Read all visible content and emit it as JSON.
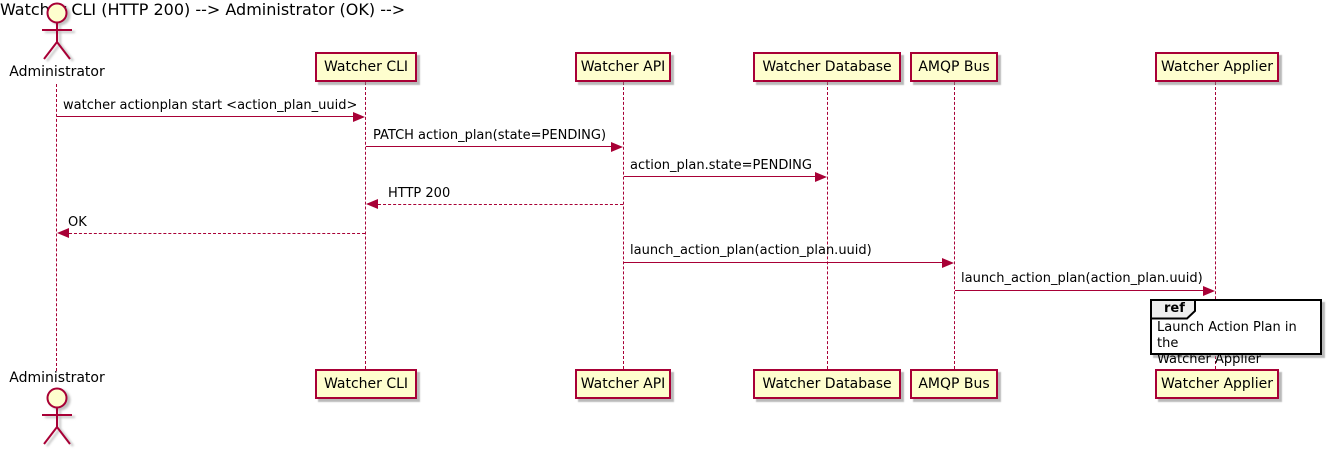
{
  "diagram_type": "uml-sequence-diagram",
  "colors": {
    "participant_fill": "#FEFECE",
    "participant_border": "#A80036",
    "arrow": "#A80036",
    "lifeline": "#A80036",
    "ref_header_fill": "#EEEEEE",
    "ref_border": "#000000",
    "text": "#000000",
    "background": "#FFFFFF"
  },
  "actor": {
    "name": "Administrator"
  },
  "participants": [
    "Watcher CLI",
    "Watcher API",
    "Watcher Database",
    "AMQP Bus",
    "Watcher Applier"
  ],
  "messages": [
    {
      "from": "Administrator",
      "to": "Watcher CLI",
      "label": "watcher actionplan start <action_plan_uuid>",
      "line": "solid",
      "direction": "right"
    },
    {
      "from": "Watcher CLI",
      "to": "Watcher API",
      "label": "PATCH action_plan(state=PENDING)",
      "line": "solid",
      "direction": "right"
    },
    {
      "from": "Watcher API",
      "to": "Watcher Database",
      "label": "action_plan.state=PENDING",
      "line": "solid",
      "direction": "right"
    },
    {
      "from": "Watcher API",
      "to": "Watcher CLI",
      "label": "HTTP 200",
      "line": "dashed",
      "direction": "left"
    },
    {
      "from": "Watcher CLI",
      "to": "Administrator",
      "label": "OK",
      "line": "dashed",
      "direction": "left"
    },
    {
      "from": "Watcher API",
      "to": "AMQP Bus",
      "label": "launch_action_plan(action_plan.uuid)",
      "line": "solid",
      "direction": "right"
    },
    {
      "from": "AMQP Bus",
      "to": "Watcher Applier",
      "label": "launch_action_plan(action_plan.uuid)",
      "line": "solid",
      "direction": "right"
    }
  ],
  "ref_fragment": {
    "keyword": "ref",
    "text": "Launch Action Plan in the\nWatcher Applier"
  }
}
